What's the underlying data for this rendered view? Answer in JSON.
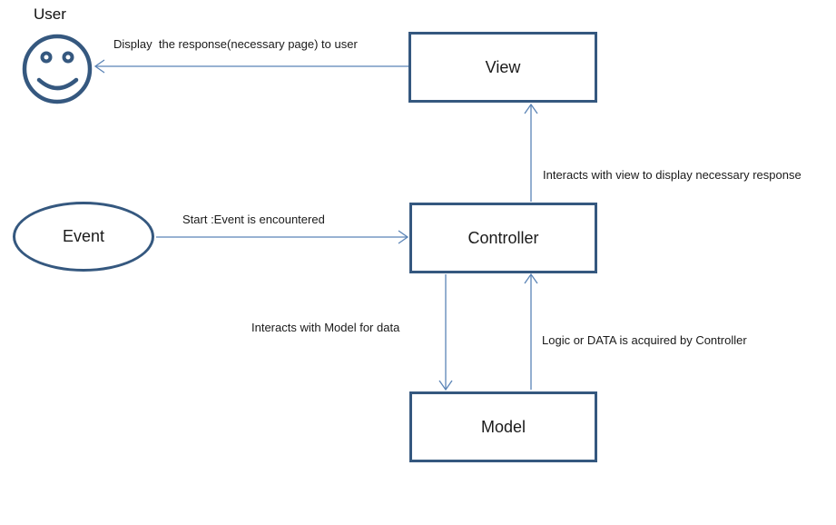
{
  "colors": {
    "shape_border": "#35587F",
    "arrow": "#5B84B6",
    "text": "#1A1A1A",
    "background": "#FFFFFF"
  },
  "nodes": {
    "user_label": "User",
    "user_icon": "smiley-face-icon",
    "event": "Event",
    "view": "View",
    "controller": "Controller",
    "model": "Model"
  },
  "edges": [
    {
      "id": "view-to-user",
      "from": "View",
      "to": "User",
      "label": "Display  the response(necessary page) to user"
    },
    {
      "id": "controller-to-view",
      "from": "Controller",
      "to": "View",
      "label": "Interacts with view to display necessary response"
    },
    {
      "id": "event-to-controller",
      "from": "Event",
      "to": "Controller",
      "label": "Start :Event is encountered"
    },
    {
      "id": "controller-to-model",
      "from": "Controller",
      "to": "Model",
      "label": "Interacts with Model for data"
    },
    {
      "id": "model-to-controller",
      "from": "Model",
      "to": "Controller",
      "label": "Logic or DATA is acquired by Controller"
    }
  ]
}
